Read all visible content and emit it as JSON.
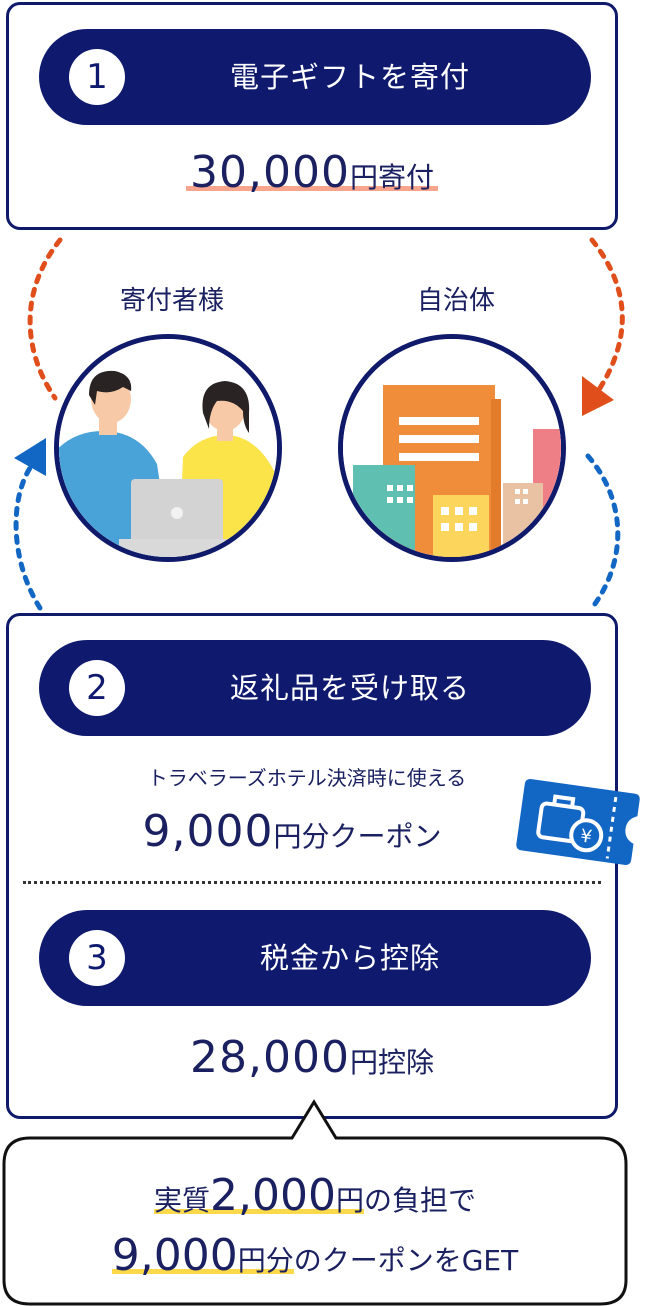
{
  "step1": {
    "number": "1",
    "title": "電子ギフトを寄付",
    "amount": "30,000",
    "amount_suffix": "円寄付"
  },
  "parties": {
    "donor_label": "寄付者様",
    "municipality_label": "自治体"
  },
  "step2": {
    "number": "2",
    "title": "返礼品を受け取る",
    "caption": "トラベラーズホテル決済時に使える",
    "amount": "9,000",
    "amount_suffix": "円分クーポン",
    "ticket_symbol": "¥"
  },
  "step3": {
    "number": "3",
    "title": "税金から控除",
    "amount": "28,000",
    "amount_suffix": "円控除"
  },
  "summary": {
    "line1_prefix": "実質",
    "line1_amount": "2,000",
    "line1_unit": "円",
    "line1_suffix": "の負担で",
    "line2_amount": "9,000",
    "line2_unit": "円分",
    "line2_suffix": "のクーポンをGET"
  },
  "colors": {
    "navy": "#0f1a6e",
    "arrow_red": "#e04e1b",
    "arrow_blue": "#1266c4",
    "highlight_salmon": "#f7a58c",
    "highlight_yellow": "#fbd94a"
  }
}
